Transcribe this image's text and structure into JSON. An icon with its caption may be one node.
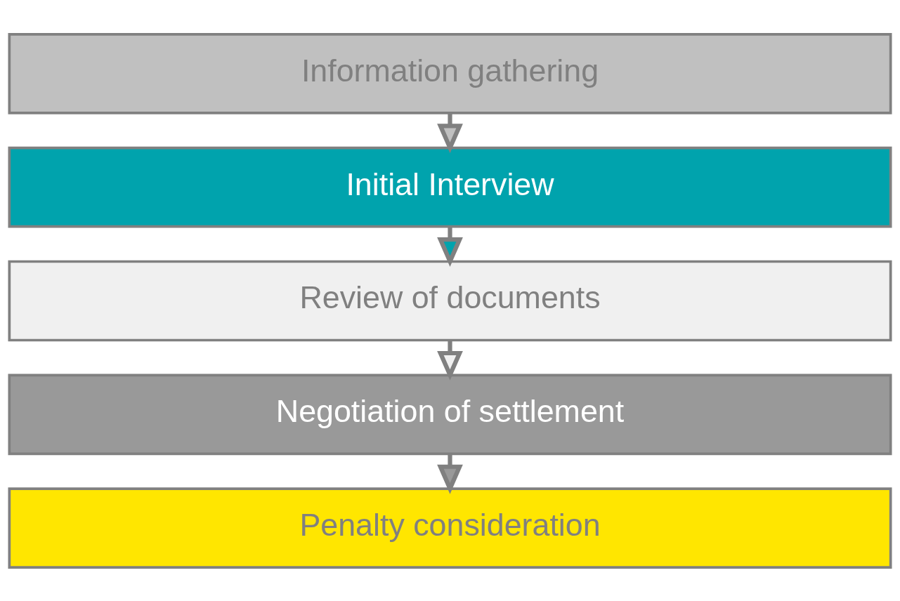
{
  "diagram": {
    "nodes": [
      {
        "text": [
          "Information gathering"
        ]
      },
      {
        "text": [
          "Initial Interview"
        ]
      },
      {
        "text": [
          "Review of documents"
        ]
      },
      {
        "text": [
          "Negotiation of settlement"
        ]
      },
      {
        "text": [
          "Penalty consideration"
        ]
      }
    ],
    "edges": [
      {
        "from": 0,
        "to": 1,
        "arrow": "to"
      },
      {
        "from": 1,
        "to": 2,
        "arrow": "to"
      },
      {
        "from": 2,
        "to": 3,
        "arrow": "to"
      },
      {
        "from": 3,
        "to": 4,
        "arrow": "to"
      }
    ]
  }
}
